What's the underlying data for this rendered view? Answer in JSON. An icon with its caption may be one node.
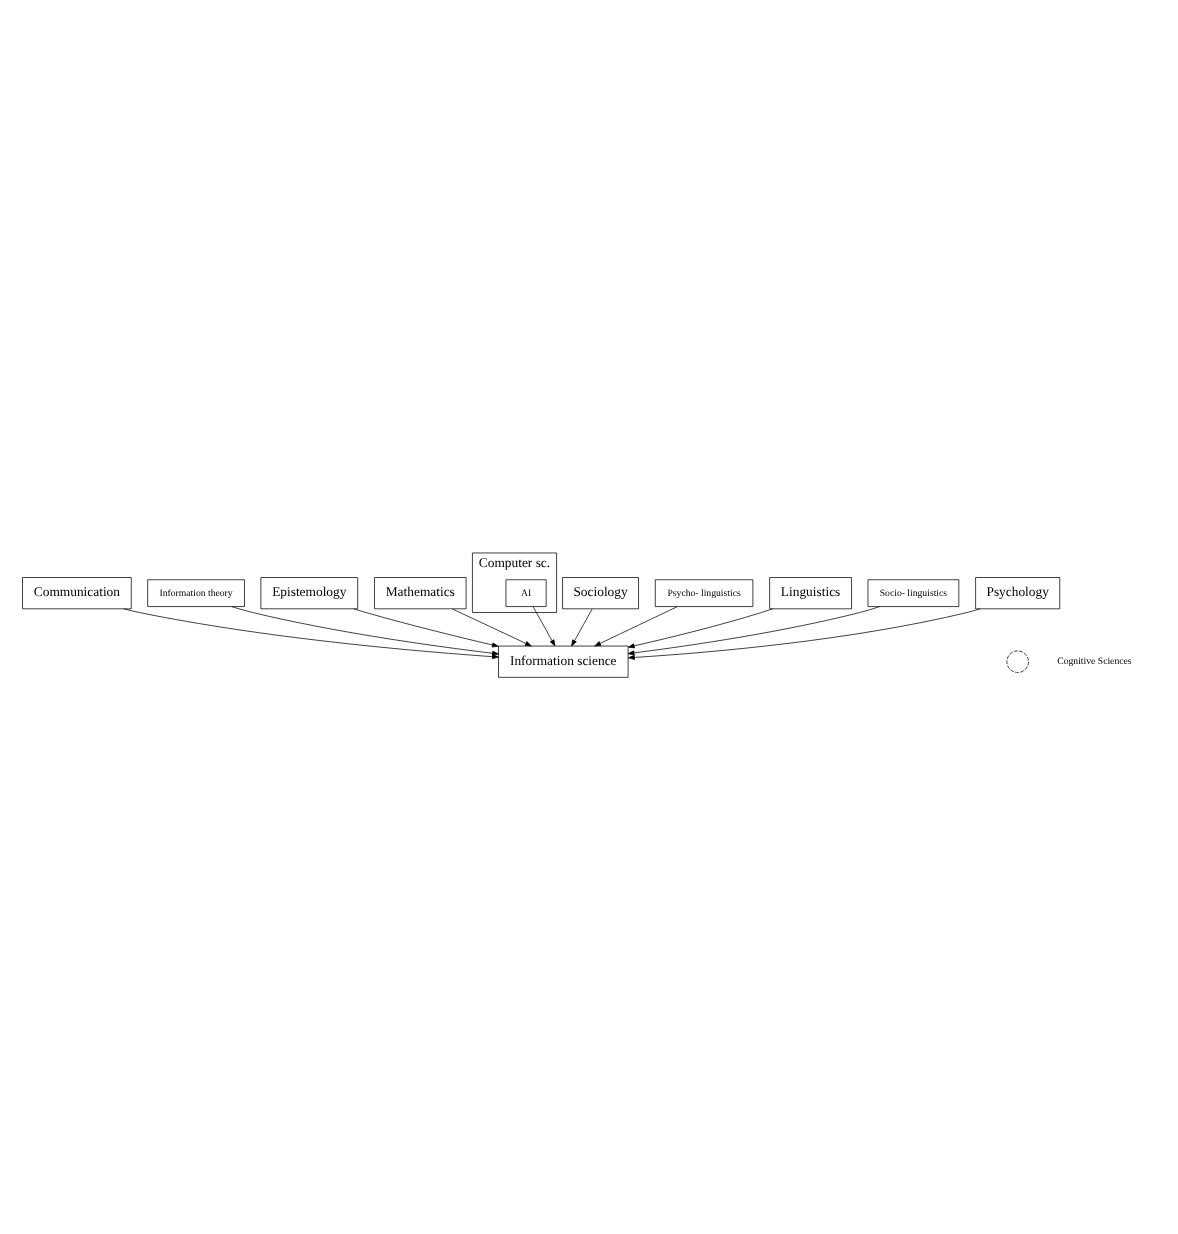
{
  "diagram": {
    "nodes": [
      {
        "text": [
          "Communication"
        ]
      },
      {
        "text": [
          "Information theory"
        ]
      },
      {
        "text": [
          "Epistemology"
        ]
      },
      {
        "text": [
          "Mathematics"
        ]
      },
      {
        "text": [
          "Computer sc."
        ]
      },
      {
        "text": [
          "AI"
        ],
        "in": 4
      },
      {
        "text": [
          "Information science"
        ]
      },
      {
        "text": [
          "Sociology"
        ]
      },
      {
        "text": [
          "Psychology"
        ]
      },
      {
        "text": [
          "Psycho- linguistics"
        ]
      },
      {
        "text": [
          "Linguistics"
        ]
      },
      {
        "text": [
          "Socio- linguistics"
        ]
      }
    ],
    "edges": [
      {
        "from": 1,
        "to": 6,
        "arrow": "to"
      },
      {
        "from": 0,
        "to": 6,
        "arrow": "to"
      },
      {
        "from": 2,
        "to": 6,
        "arrow": "to"
      },
      {
        "from": 3,
        "to": 6,
        "arrow": "to"
      },
      {
        "from": 5,
        "to": 6,
        "arrow": "to"
      },
      {
        "from": 7,
        "to": 6,
        "arrow": "to"
      },
      {
        "from": 8,
        "to": 6,
        "arrow": "to"
      },
      {
        "from": 9,
        "to": 6,
        "arrow": "to"
      },
      {
        "from": 10,
        "to": 6,
        "arrow": "to"
      },
      {
        "from": 11,
        "to": 6,
        "arrow": "to"
      }
    ],
    "legend": [
      {
        "text": "Cognitive Sciences"
      }
    ]
  }
}
